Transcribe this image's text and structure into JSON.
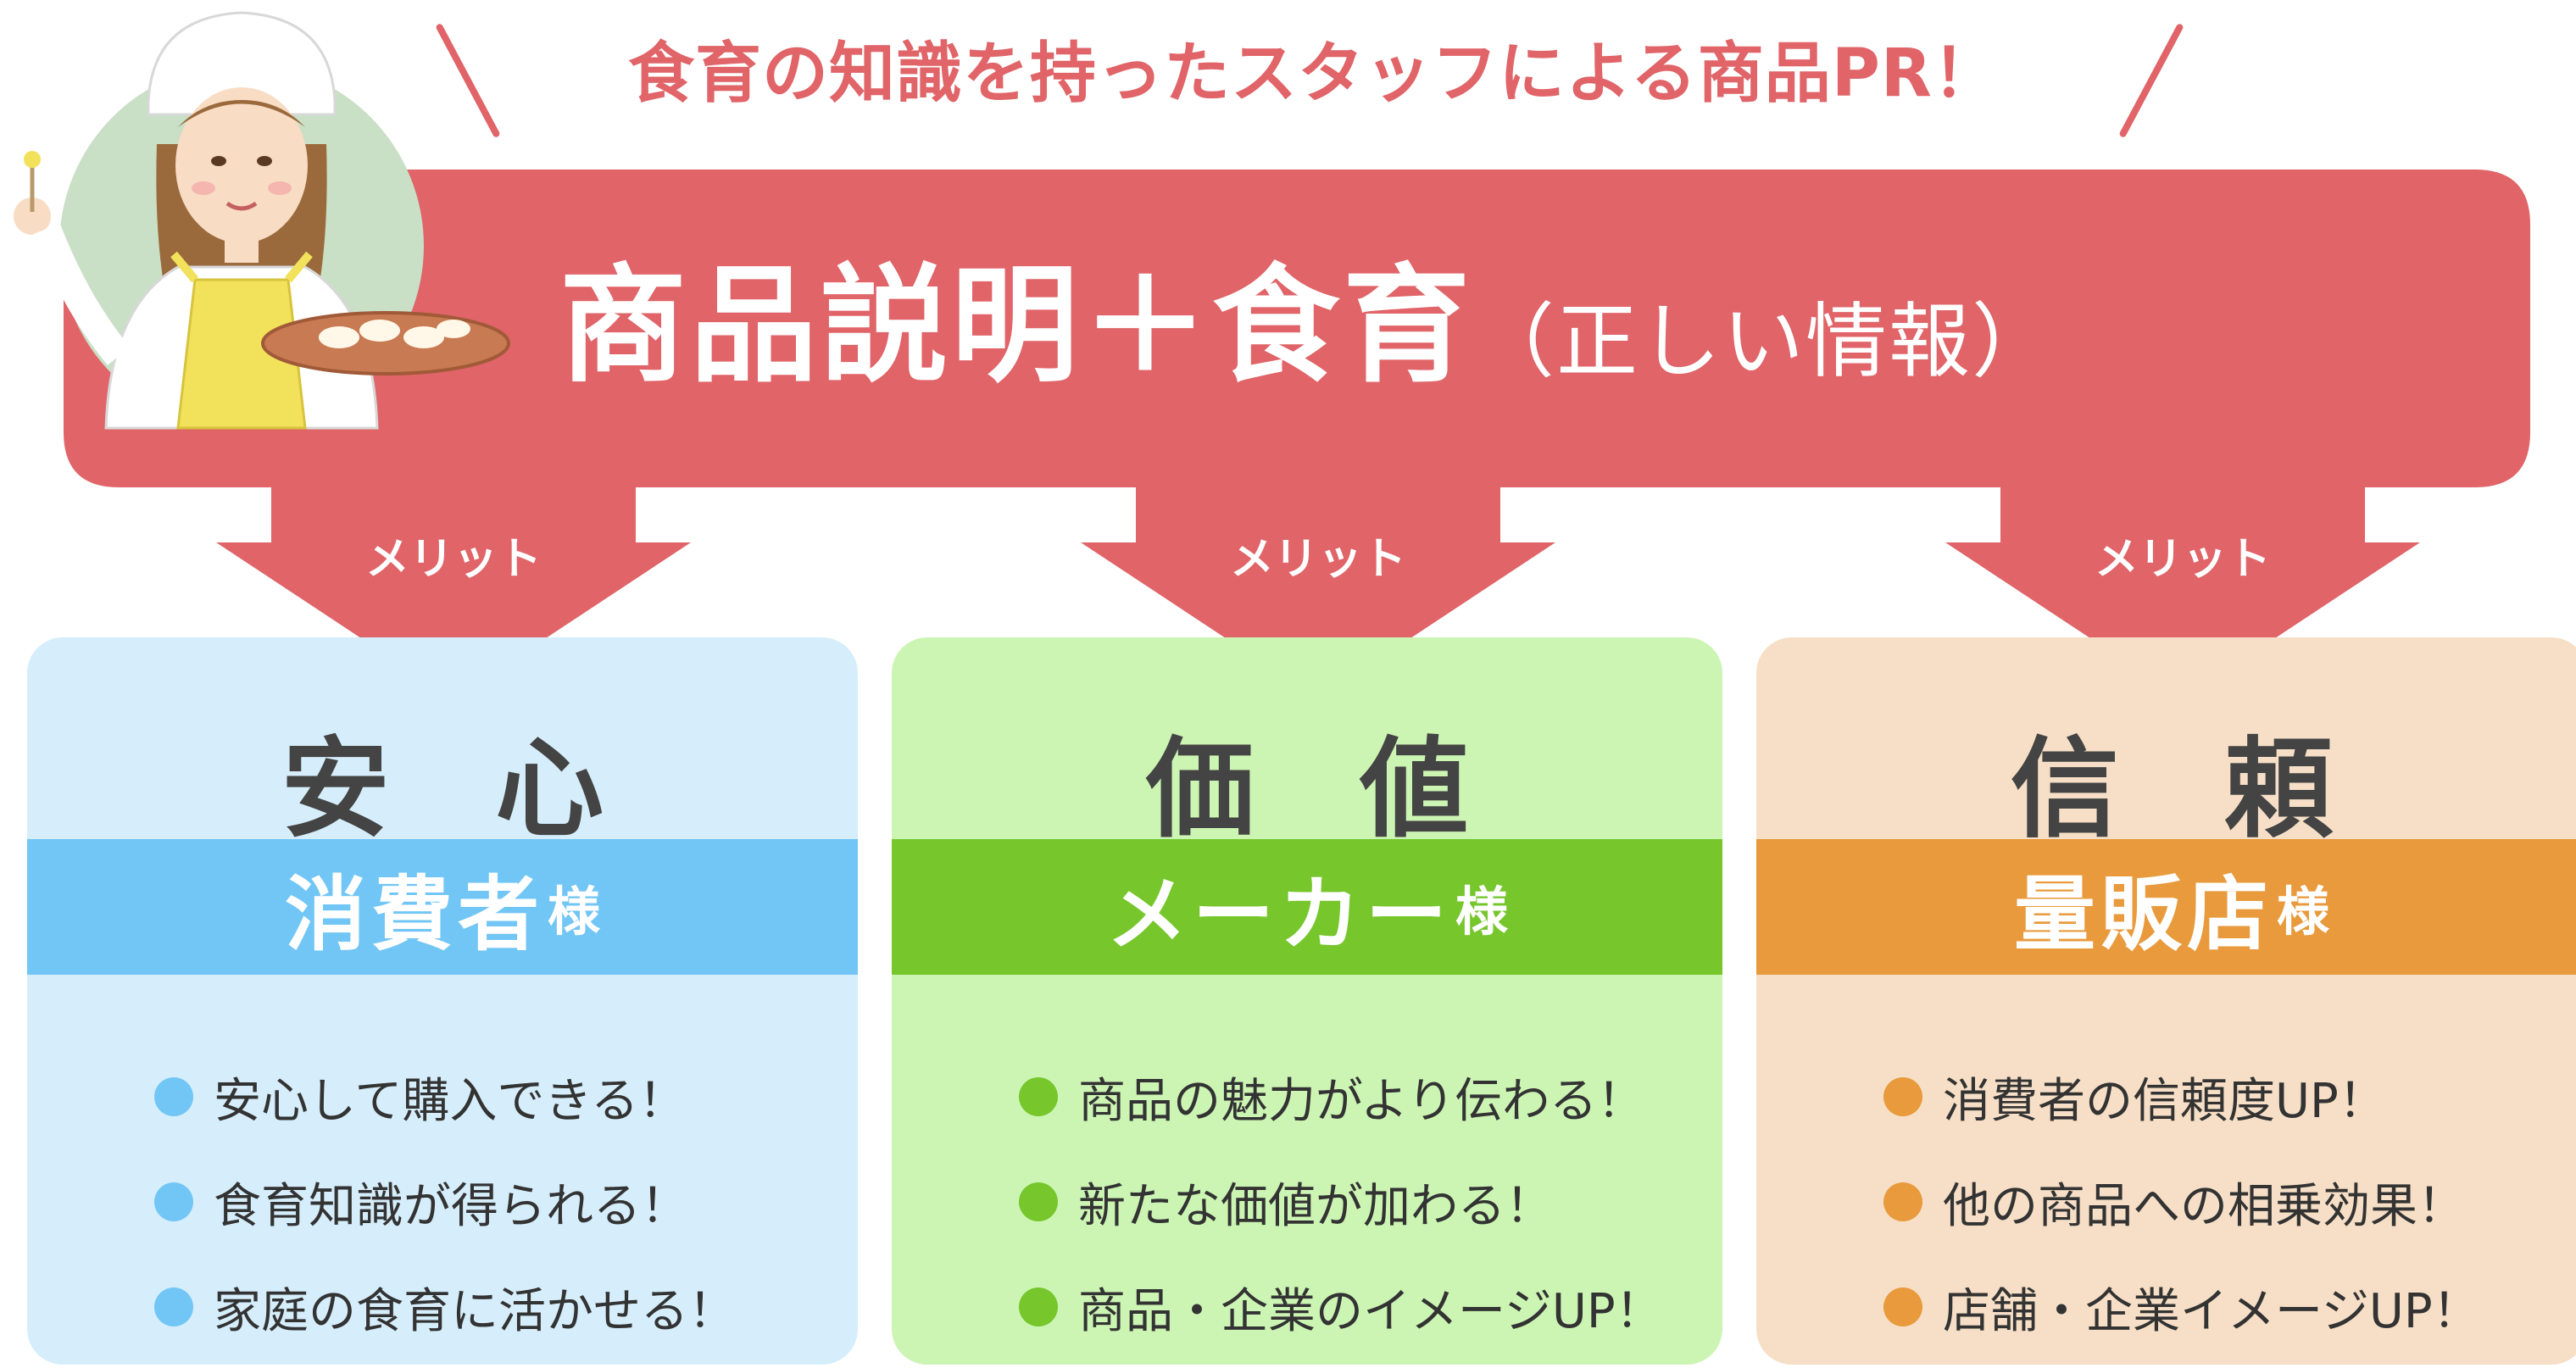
{
  "colors": {
    "accent_red": "#e06468",
    "consumer_blue": "#72c6f5",
    "maker_green": "#76c62c",
    "retail_orange": "#e89a3c"
  },
  "tagline": "食育の知識を持ったスタッフによる商品PR！",
  "banner": {
    "main": "商品説明＋食育",
    "sub": "（正しい情報）"
  },
  "merit_label": "メリット",
  "cards": [
    {
      "heading": "安 心",
      "target": "消費者",
      "suffix": "様",
      "points": [
        "安心して購入できる！",
        "食育知識が得られる！",
        "家庭の食育に活かせる！"
      ]
    },
    {
      "heading": "価 値",
      "target": "メーカー",
      "suffix": "様",
      "points": [
        "商品の魅力がより伝わる！",
        "新たな価値が加わる！",
        "商品・企業のイメージUP！"
      ]
    },
    {
      "heading": "信 頼",
      "target": "量販店",
      "suffix": "様",
      "points": [
        "消費者の信頼度UP！",
        "他の商品への相乗効果！",
        "店舗・企業イメージUP！"
      ]
    }
  ]
}
